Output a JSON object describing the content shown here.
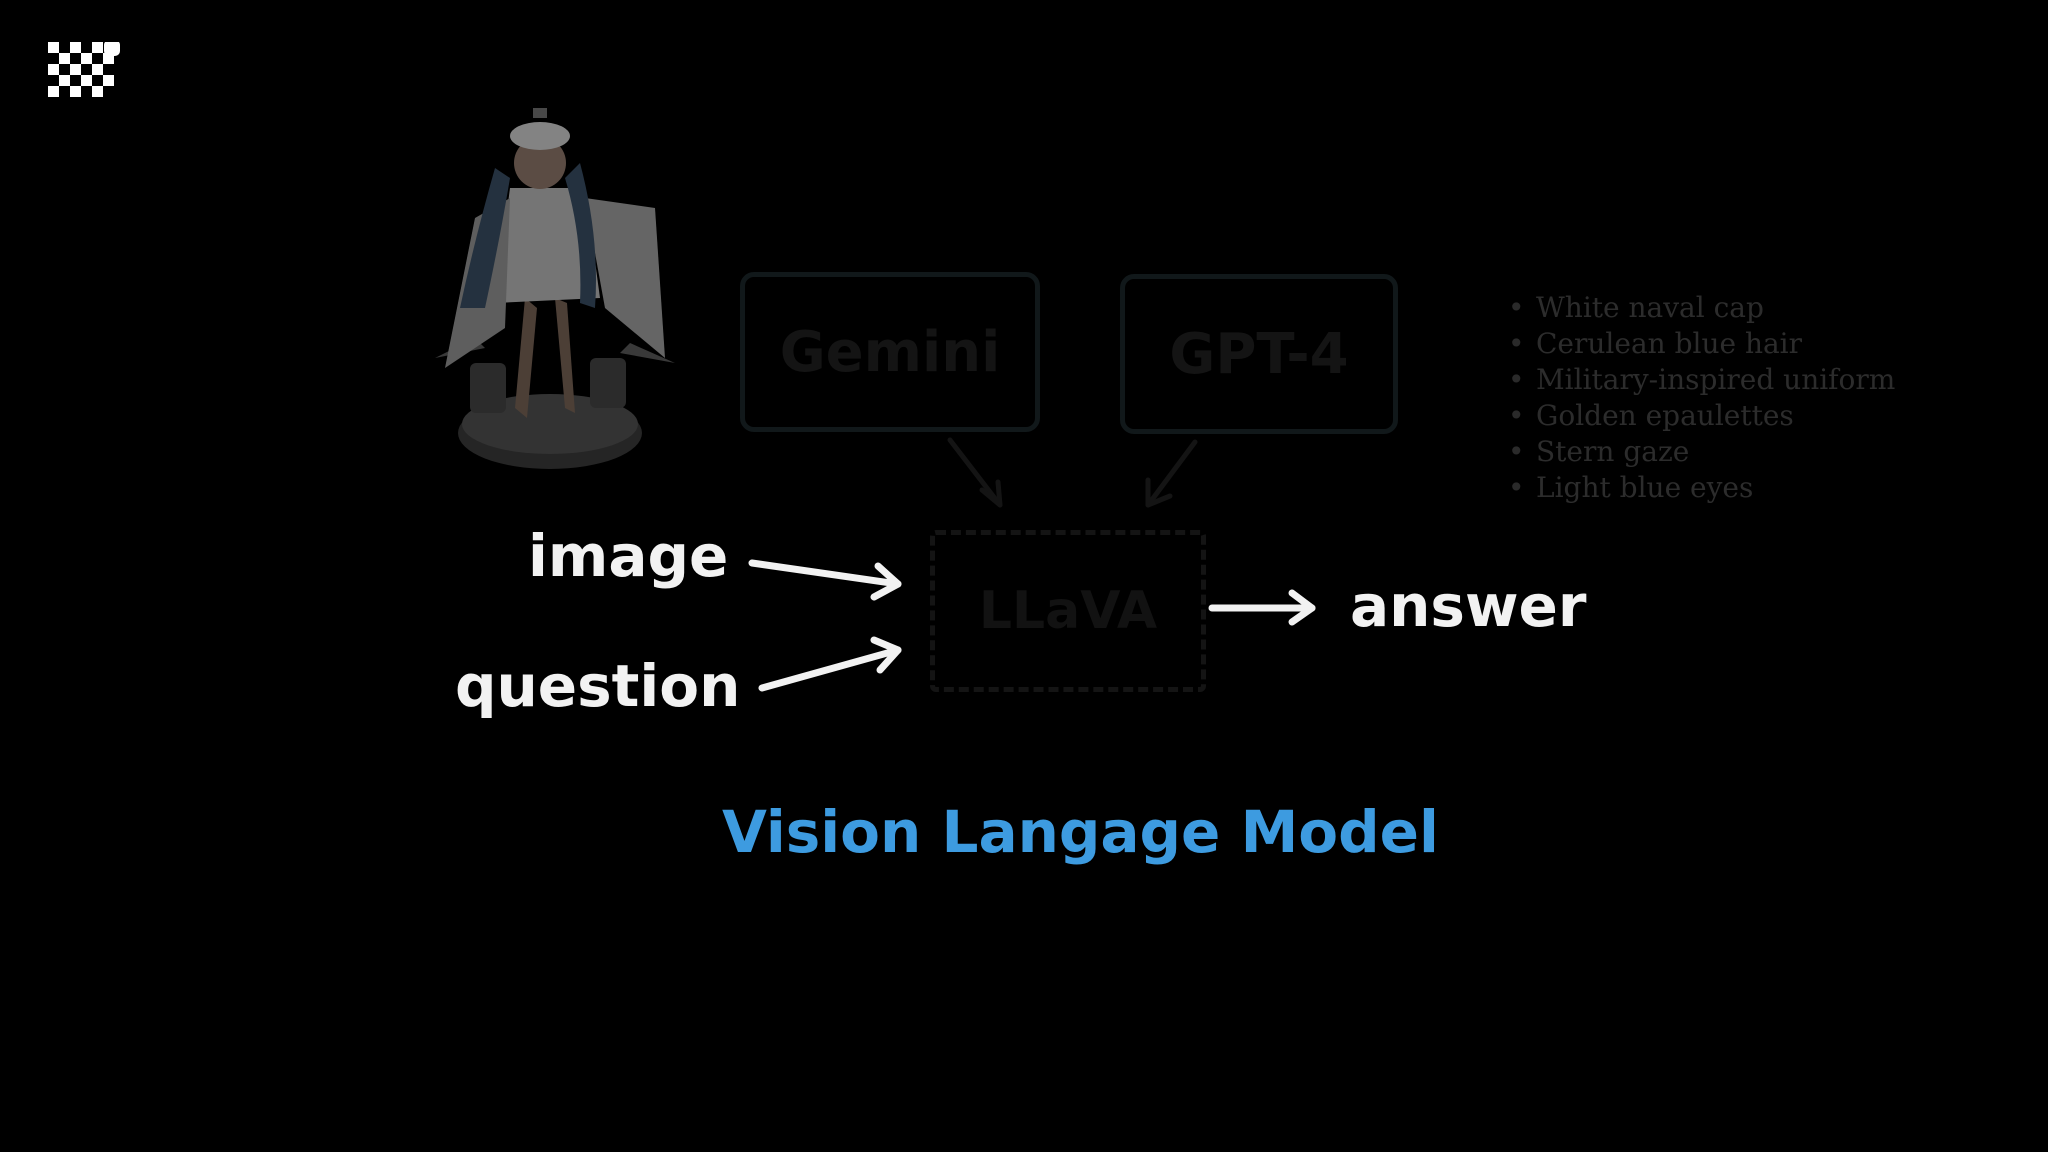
{
  "logo": {
    "icon": "checkered-logo-icon"
  },
  "diagram": {
    "sources": [
      {
        "id": "gemini",
        "label": "Gemini"
      },
      {
        "id": "gpt4",
        "label": "GPT-4"
      }
    ],
    "model": {
      "label": "LLaVA"
    },
    "inputs": {
      "image": "image",
      "question": "question"
    },
    "output": "answer",
    "features": [
      "White naval cap",
      "Cerulean blue hair",
      "Military-inspired uniform",
      "Golden epaulettes",
      "Stern gaze",
      "Light blue eyes"
    ],
    "title": "Vision Langage Model"
  },
  "colors": {
    "background": "#000000",
    "text": "#f2f2f2",
    "title": "#3d9be0",
    "faded": "#141414"
  }
}
